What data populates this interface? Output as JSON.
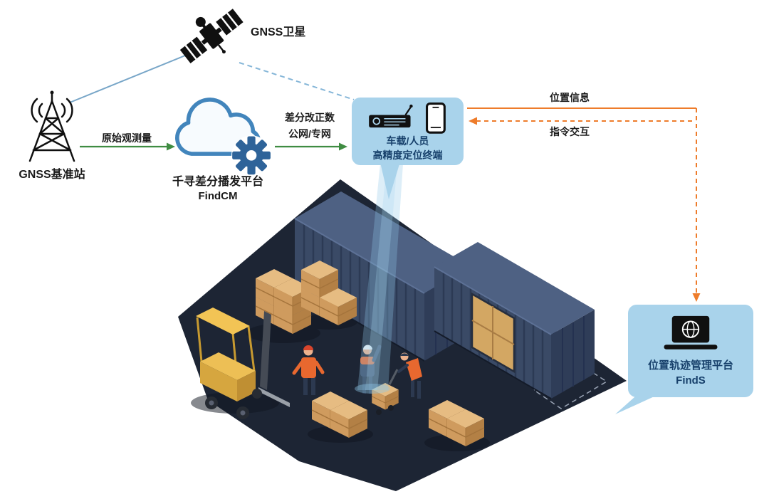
{
  "diagram": {
    "satellite": {
      "label": "GNSS卫星"
    },
    "base_station": {
      "label": "GNSS基准站"
    },
    "cloud_platform": {
      "title": "千寻差分播发平台",
      "subtitle": "FindCM"
    },
    "terminal_node": {
      "line1": "车载/人员",
      "line2": "高精度定位终端"
    },
    "finds_node": {
      "line1": "位置轨迹管理平台",
      "line2": "FindS"
    },
    "flows": {
      "raw_observation": "原始观测量",
      "correction_line1": "差分改正数",
      "correction_line2": "公网/专网",
      "position_info": "位置信息",
      "command_interaction": "指令交互"
    },
    "colors": {
      "flow_green": "#3f8c42",
      "flow_orange": "#ee7c2b",
      "link_blue": "#78a6c8",
      "node_fill": "#a9d3eb",
      "node_text": "#17406b",
      "cloud_stroke": "#4285bc",
      "gear_blue": "#2e6399",
      "platform_dark": "#1d2534",
      "container_blue": "#3a4a66",
      "crate_tan": "#cf9b5e",
      "forklift_yellow": "#edbf55"
    },
    "icons": [
      "satellite-icon",
      "radio-tower-icon",
      "cloud-icon",
      "gear-icon",
      "vehicle-terminal-icon",
      "smartphone-icon",
      "laptop-globe-icon",
      "warehouse-illustration"
    ]
  }
}
